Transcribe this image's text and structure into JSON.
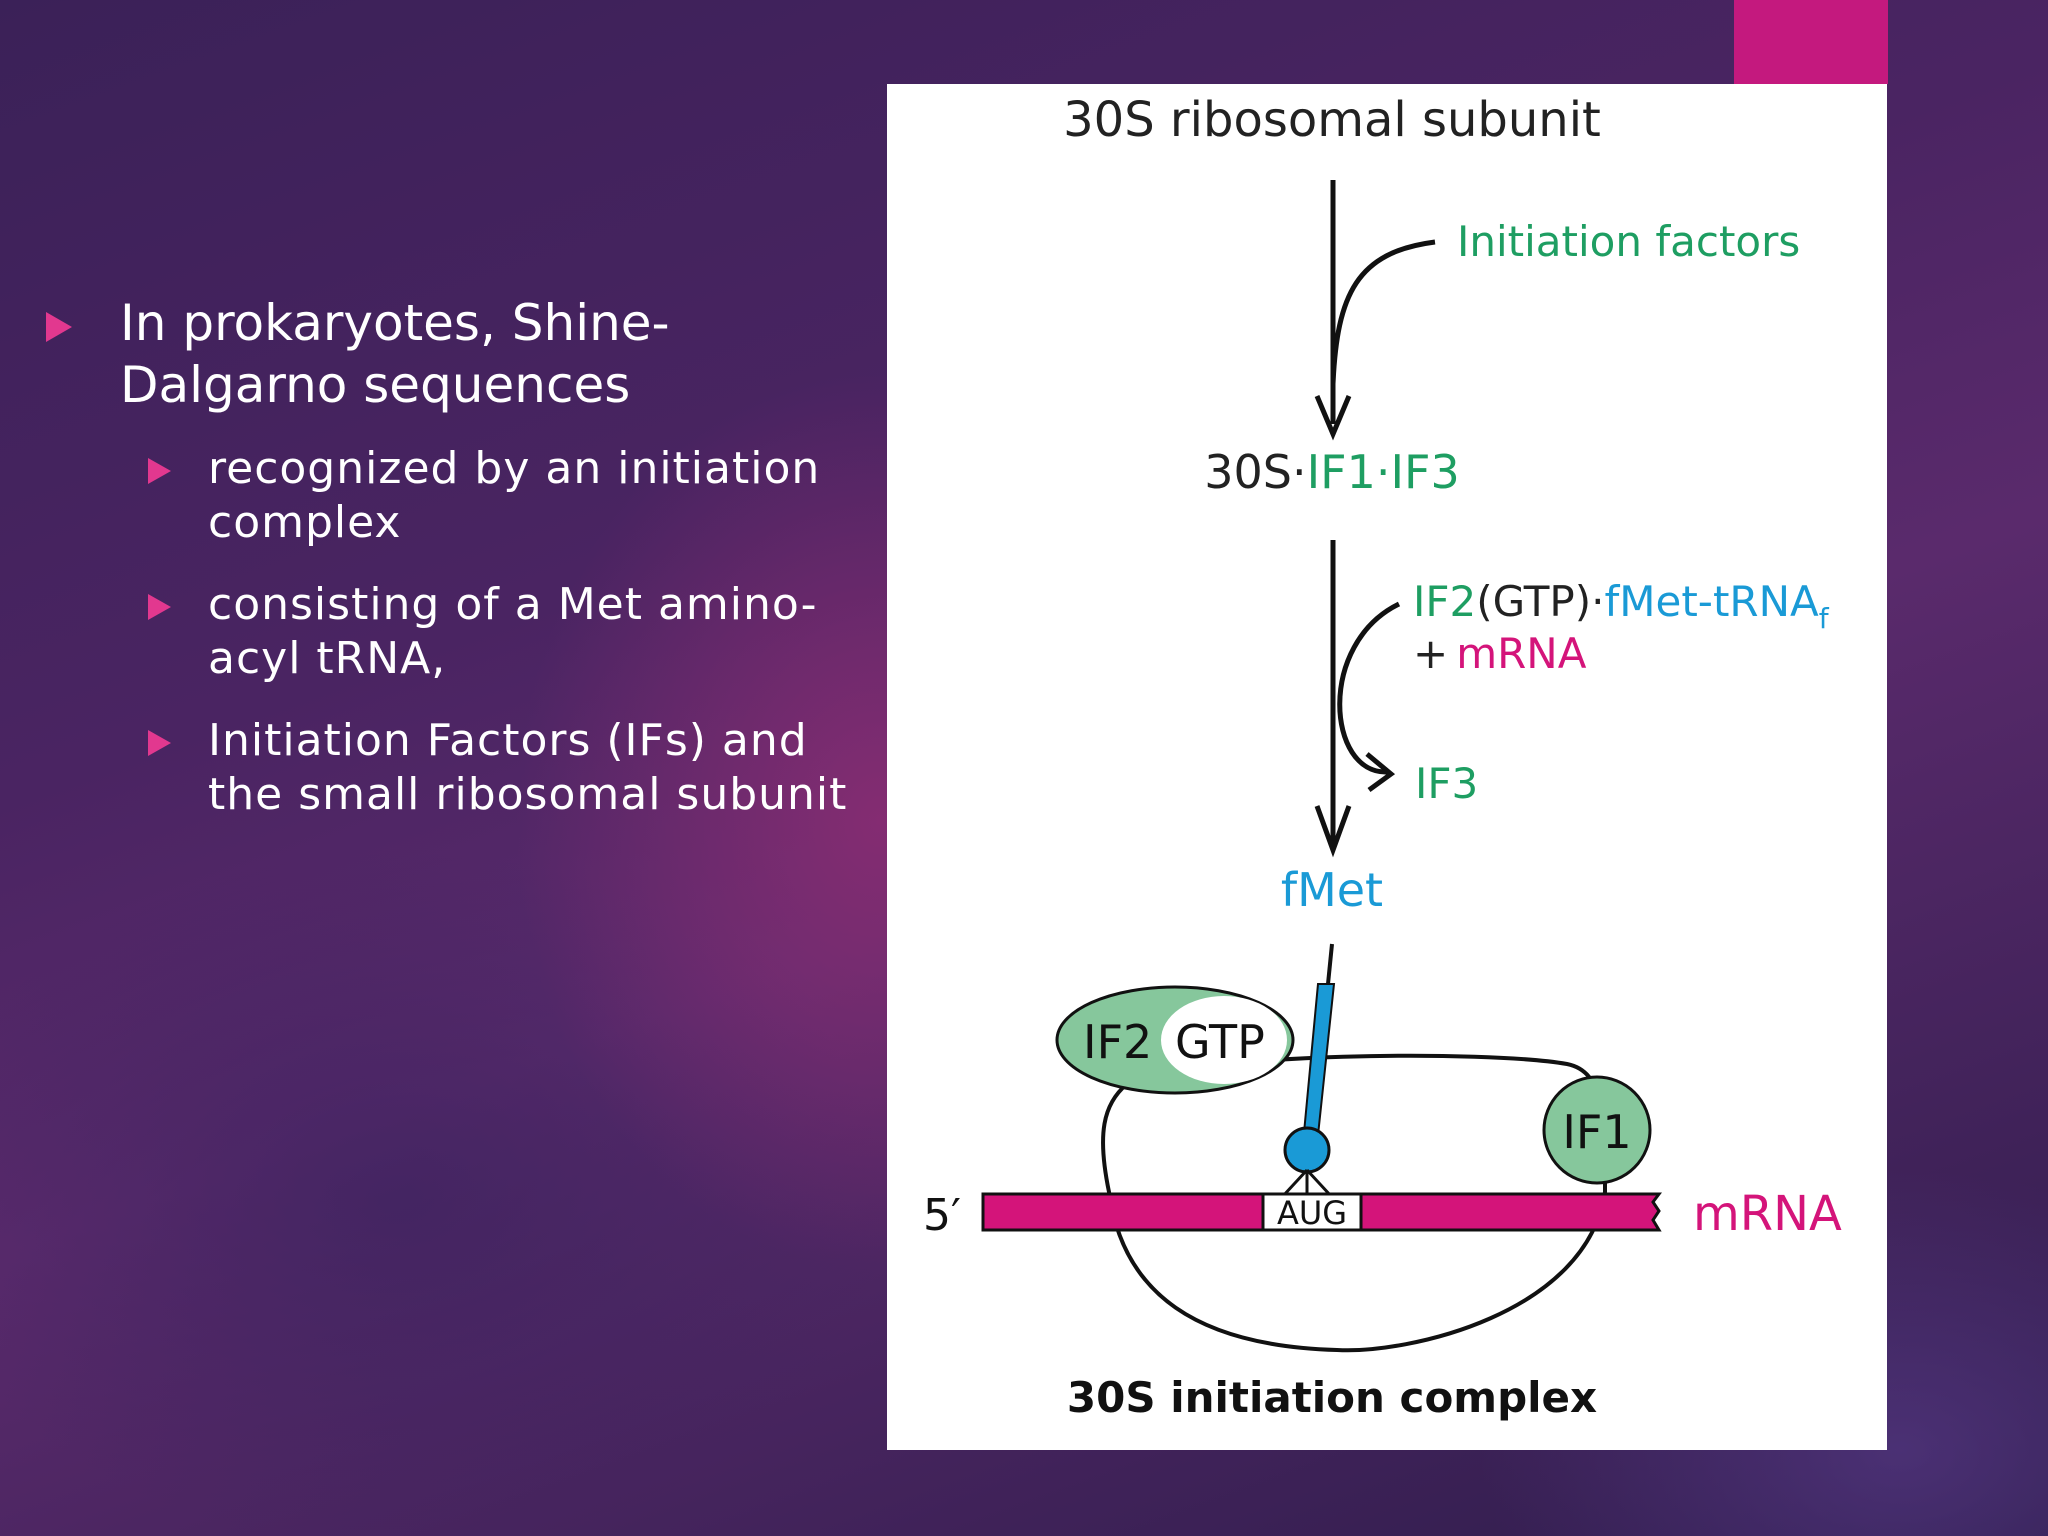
{
  "slide": {
    "bullets": [
      {
        "text": "In prokaryotes, Shine-Dalgarno sequences",
        "line1": "In prokaryotes, Shine-",
        "line2": "Dalgarno sequences",
        "children": [
          {
            "line1": "recognized by an initiation",
            "line2": "complex"
          },
          {
            "line1": "consisting of a Met amino-",
            "line2": "acyl tRNA,"
          },
          {
            "line1": "Initiation Factors (IFs) and",
            "line2": "the small ribosomal subunit"
          }
        ]
      }
    ]
  },
  "figure": {
    "top_label": "30S ribosomal subunit",
    "initiation_factors": "Initiation factors",
    "complex1": {
      "s30": "30S",
      "dot": "·",
      "if1": "IF1",
      "if3": "IF3"
    },
    "step2": {
      "if2": "IF2",
      "gtp": "(GTP)",
      "dot": "·",
      "fmet_trna": "fMet-tRNA",
      "subscript": "f",
      "plus": "+",
      "mrna": "mRNA"
    },
    "released": "IF3",
    "fmet": "fMet",
    "if2_oval": {
      "if2": "IF2",
      "gtp": "GTP"
    },
    "if1_circle": "IF1",
    "five_prime": "5′",
    "codon": "AUG",
    "mrna_label": "mRNA",
    "caption": "30S initiation complex"
  },
  "colors": {
    "accent_pink": "#c4197e",
    "bullet_triangle": "#e2388f",
    "factor_green": "#1e9e62",
    "trna_blue": "#1a9ad6",
    "mrna_magenta": "#d4147a",
    "factor_fill": "#86c79c"
  }
}
